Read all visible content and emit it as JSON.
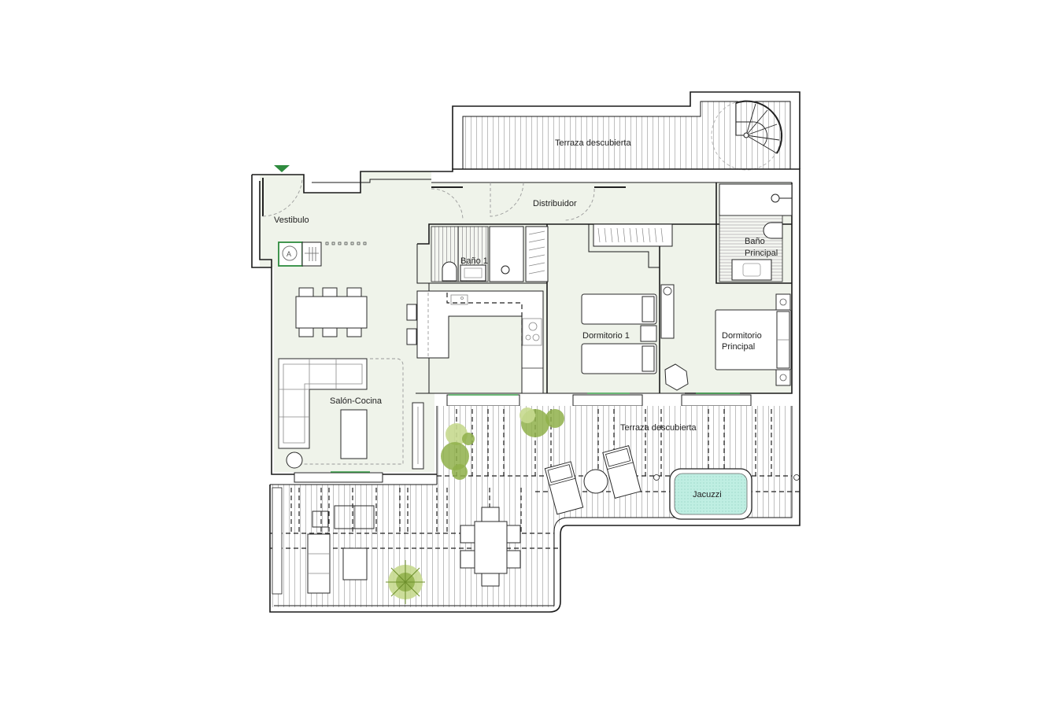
{
  "plan": {
    "colors": {
      "background": "#ffffff",
      "interior_fill": "#eff3ea",
      "wall": "#1a1a1a",
      "deck_line": "#b8b8b8",
      "jacuzzi_fill": "#bfeee2",
      "entrance_marker": "#2e8b3e",
      "plant": "#8fb04a"
    },
    "entrance_marker": "entrance-arrow",
    "rooms": {
      "terraza_norte": "Terraza descubierta",
      "vestibulo": "Vestibulo",
      "distribuidor": "Distribuidor",
      "bano_1": "Baño 1",
      "bano_principal_line1": "Baño",
      "bano_principal_line2": "Principal",
      "dormitorio_1": "Dormitorio 1",
      "dormitorio_principal_line1": "Dormitorio",
      "dormitorio_principal_line2": "Principal",
      "salon_cocina": "Salón-Cocina",
      "terraza_sur": "Terraza descubierta",
      "jacuzzi": "Jacuzzi"
    },
    "symbols": {
      "boiler_letter": "A"
    }
  }
}
